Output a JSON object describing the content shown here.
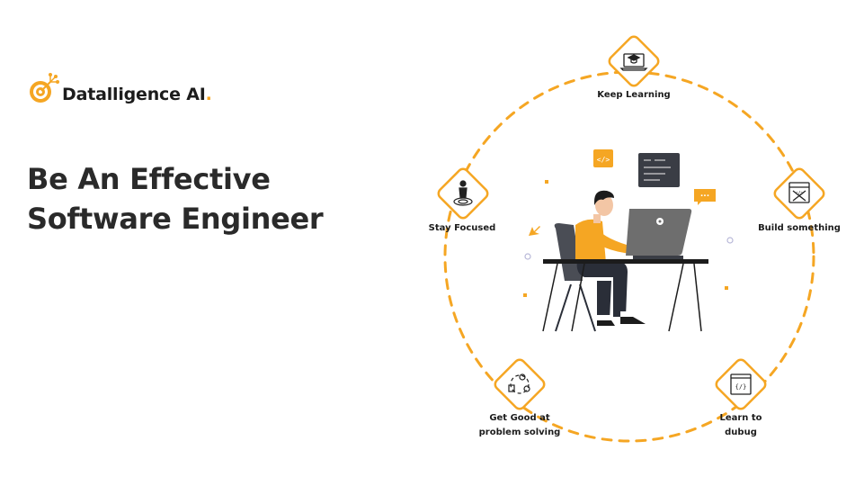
{
  "brand": {
    "name": "Datalligence AI",
    "dot": ".",
    "accent_color": "#f5a623"
  },
  "headline": {
    "line1": "Be An Effective",
    "line2": "Software Engineer"
  },
  "cycle": {
    "nodes": [
      {
        "label": "Keep Learning",
        "icon": "graduation-laptop-icon"
      },
      {
        "label": "Build something",
        "icon": "code-tools-icon"
      },
      {
        "label": "Learn to",
        "label2": "dubug",
        "icon": "code-window-icon"
      },
      {
        "label": "Get Good at",
        "label2": "problem solving",
        "icon": "gear-bulb-cycle-icon"
      },
      {
        "label": "Stay Focused",
        "icon": "person-target-icon"
      }
    ]
  },
  "illustration": {
    "code_tag": "</>",
    "chat_dots": "...",
    "skin_color": "#f3c6a5",
    "shirt_color": "#f5a623",
    "pants_color": "#2a2e38",
    "monitor_color": "#6e6e6e"
  }
}
